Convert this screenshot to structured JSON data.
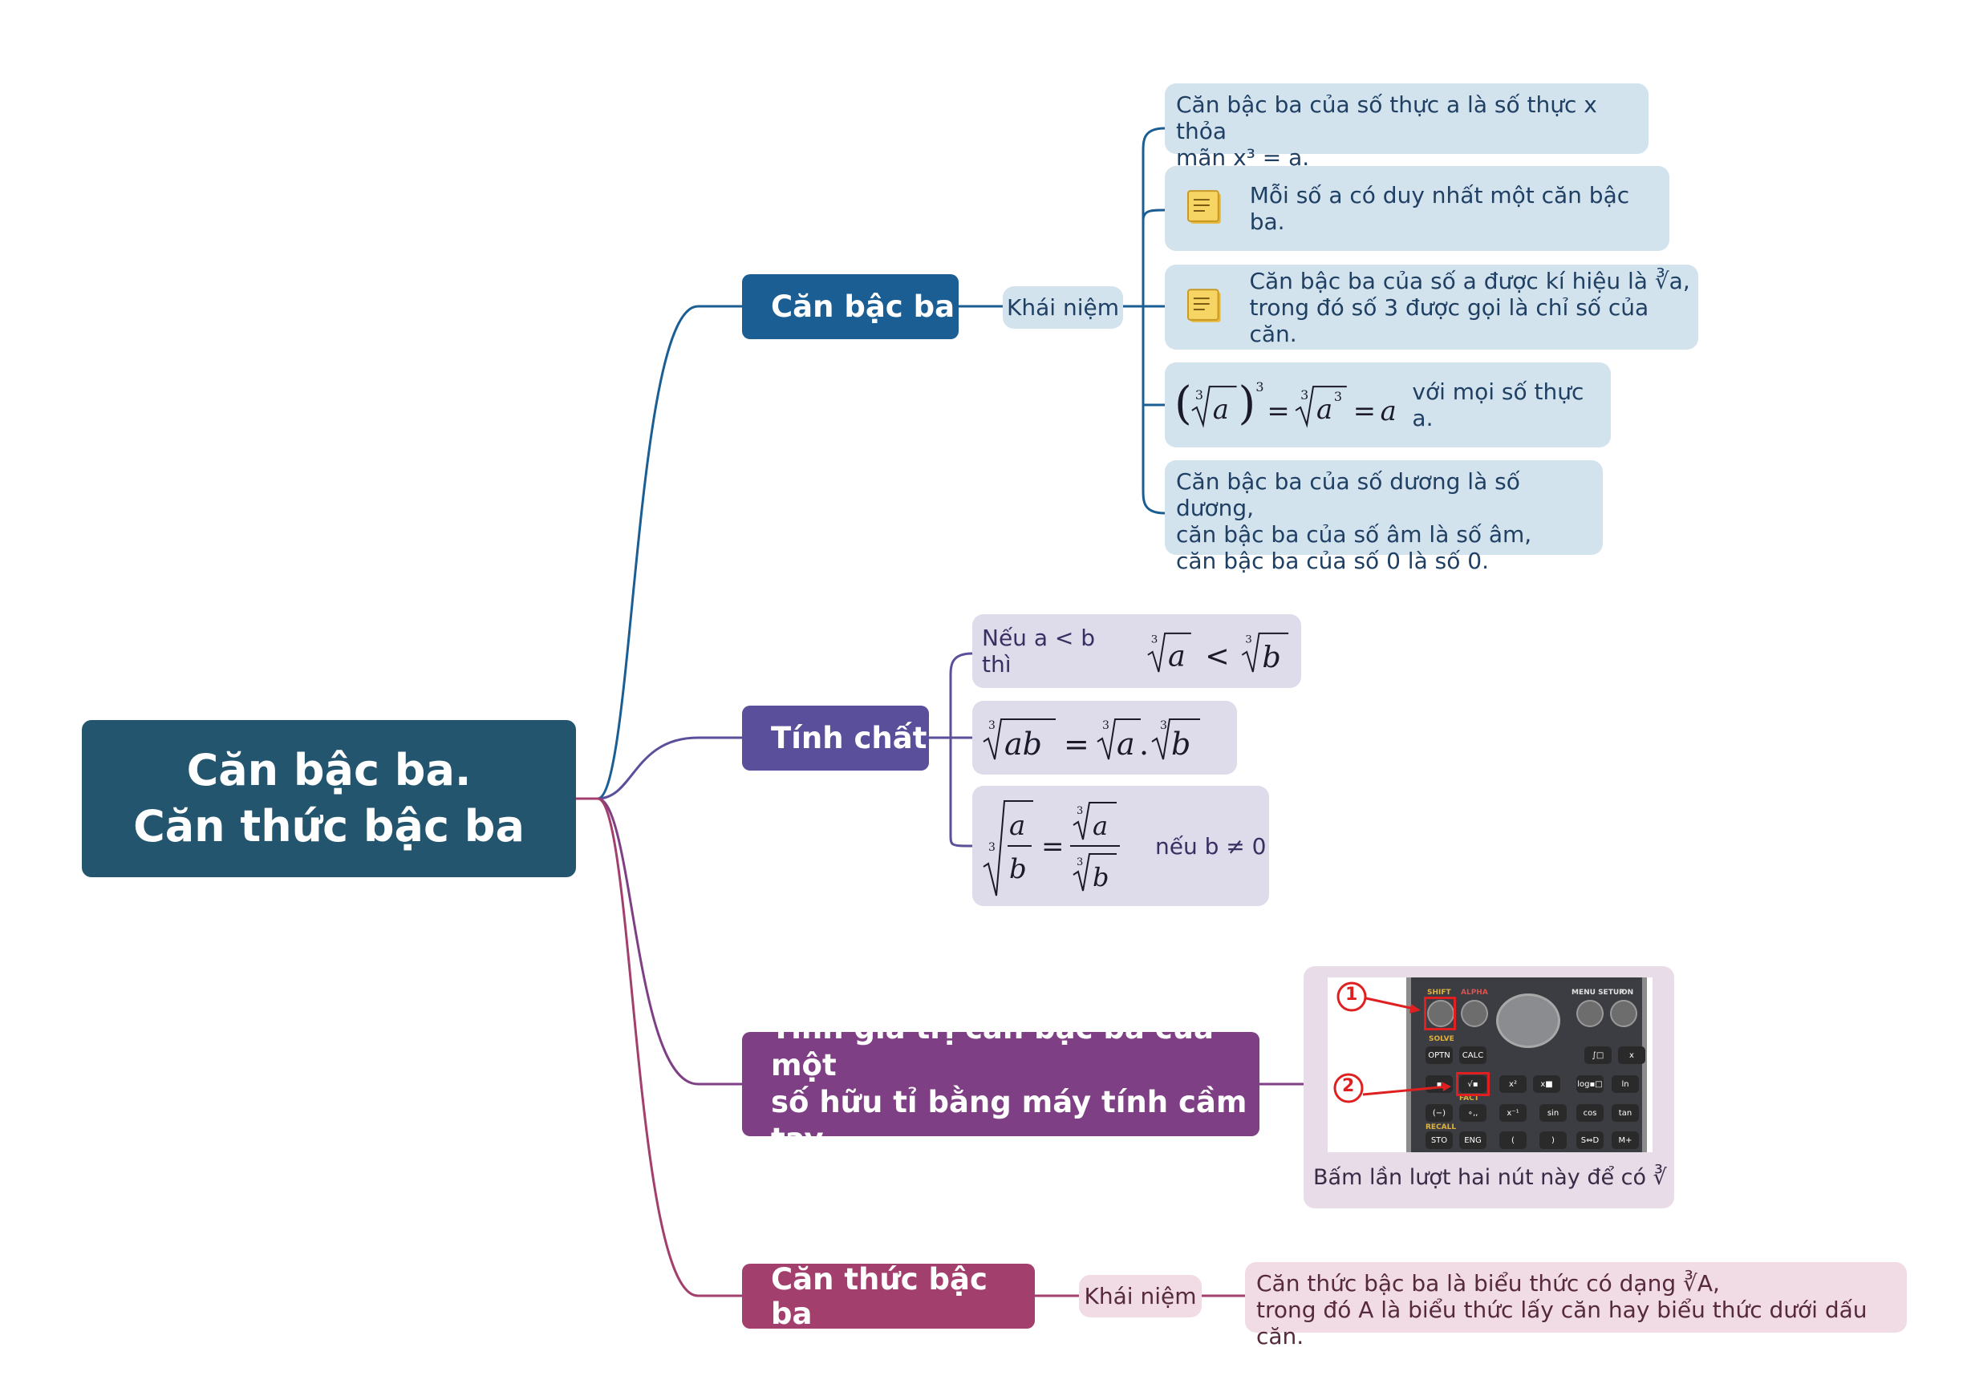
{
  "colors": {
    "root": "#23566e",
    "branch1": "#1b5e93",
    "branch2": "#5a4f9a",
    "branch3": "#7e3f85",
    "branch4": "#a33f6c",
    "leaf_blue": "#d3e3ee",
    "leaf_purple": "#dedbea",
    "leaf_mauve": "#e8dce8",
    "leaf_pink": "#f1dce5"
  },
  "root": {
    "line1": "Căn bậc ba.",
    "line2": "Căn thức bậc ba"
  },
  "branch1": {
    "label": "Căn bậc ba",
    "tag": "Khái niệm",
    "leaf1": {
      "line1": "Căn bậc ba của số thực a là số thực x thỏa",
      "line2": "mãn x³ = a."
    },
    "leaf2": {
      "text": "Mỗi số a có duy nhất một căn bậc ba.",
      "icon": "note-icon"
    },
    "leaf3": {
      "line1": "Căn bậc ba của số a được kí hiệu là ∛a,",
      "line2": "trong đó số 3 được gọi là chỉ số của căn.",
      "icon": "note-icon"
    },
    "leaf4": {
      "text": "với mọi số thực a."
    },
    "leaf5": {
      "line1": "Căn bậc ba của số dương là số dương,",
      "line2": "căn bậc ba của số âm là số âm,",
      "line3": "căn bậc ba của số 0 là số 0."
    }
  },
  "branch2": {
    "label": "Tính chất",
    "leaf1": {
      "text": "Nếu a < b thì"
    },
    "leaf3": {
      "text": "nếu b ≠ 0"
    }
  },
  "branch3": {
    "label_line1": "Tính giá trị căn bậc ba của một",
    "label_line2": "số hữu tỉ bằng máy tính cầm tay",
    "caption": "Bấm lần lượt hai nút này để có ∛",
    "markers": [
      "1",
      "2"
    ],
    "keys": {
      "shift": "SHIFT",
      "alpha": "ALPHA",
      "menu": "MENU SETUP",
      "on": "ON",
      "solve": "SOLVE",
      "row1": [
        "OPTN",
        "CALC",
        "∫□",
        "x"
      ],
      "row2": [
        "▪",
        "√▪",
        "x²",
        "x■",
        "log▪□",
        "ln"
      ],
      "row3": [
        "(−)",
        "∘‚‚",
        "x⁻¹",
        "sin",
        "cos",
        "tan"
      ],
      "row4": [
        "STO",
        "ENG",
        "(",
        ")",
        "S⇔D",
        "M+"
      ],
      "labels": [
        "FACT",
        "RECALL"
      ]
    }
  },
  "branch4": {
    "label": "Căn thức bậc ba",
    "tag": "Khái niệm",
    "leaf1": {
      "line1": "Căn thức bậc ba là biểu thức có dạng ∛A,",
      "line2": "trong đó A là biểu thức lấy căn hay biểu thức dưới dấu căn."
    }
  }
}
